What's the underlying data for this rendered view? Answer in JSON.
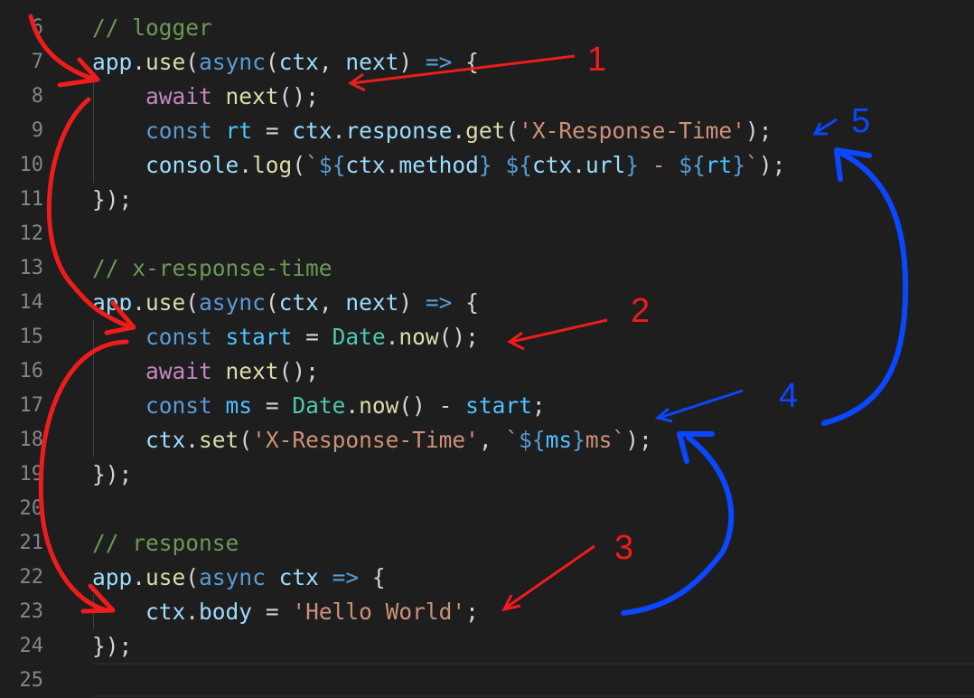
{
  "editor": {
    "lines": [
      {
        "num": "6",
        "tokens": [
          {
            "t": "// logger",
            "c": "cm"
          }
        ]
      },
      {
        "num": "7",
        "tokens": [
          {
            "t": "app",
            "c": "var"
          },
          {
            "t": ".",
            "c": "pun"
          },
          {
            "t": "use",
            "c": "fn"
          },
          {
            "t": "(",
            "c": "pun"
          },
          {
            "t": "async",
            "c": "kw"
          },
          {
            "t": "(",
            "c": "pun"
          },
          {
            "t": "ctx",
            "c": "var"
          },
          {
            "t": ", ",
            "c": "pun"
          },
          {
            "t": "next",
            "c": "var"
          },
          {
            "t": ") ",
            "c": "pun"
          },
          {
            "t": "=>",
            "c": "kw"
          },
          {
            "t": " {",
            "c": "pun"
          }
        ]
      },
      {
        "num": "8",
        "tokens": [
          {
            "t": "    ",
            "c": "pun"
          },
          {
            "t": "await",
            "c": "ctl"
          },
          {
            "t": " ",
            "c": "pun"
          },
          {
            "t": "next",
            "c": "fn"
          },
          {
            "t": "();",
            "c": "pun"
          }
        ]
      },
      {
        "num": "9",
        "tokens": [
          {
            "t": "    ",
            "c": "pun"
          },
          {
            "t": "const",
            "c": "kw"
          },
          {
            "t": " ",
            "c": "pun"
          },
          {
            "t": "rt",
            "c": "const"
          },
          {
            "t": " = ",
            "c": "pun"
          },
          {
            "t": "ctx",
            "c": "var"
          },
          {
            "t": ".",
            "c": "pun"
          },
          {
            "t": "response",
            "c": "var"
          },
          {
            "t": ".",
            "c": "pun"
          },
          {
            "t": "get",
            "c": "fn"
          },
          {
            "t": "(",
            "c": "pun"
          },
          {
            "t": "'X-Response-Time'",
            "c": "str"
          },
          {
            "t": ");",
            "c": "pun"
          }
        ]
      },
      {
        "num": "10",
        "tokens": [
          {
            "t": "    ",
            "c": "pun"
          },
          {
            "t": "console",
            "c": "var"
          },
          {
            "t": ".",
            "c": "pun"
          },
          {
            "t": "log",
            "c": "fn"
          },
          {
            "t": "(",
            "c": "pun"
          },
          {
            "t": "`",
            "c": "str"
          },
          {
            "t": "${",
            "c": "kw"
          },
          {
            "t": "ctx",
            "c": "var"
          },
          {
            "t": ".",
            "c": "pun"
          },
          {
            "t": "method",
            "c": "var"
          },
          {
            "t": "}",
            "c": "kw"
          },
          {
            "t": " ",
            "c": "str"
          },
          {
            "t": "${",
            "c": "kw"
          },
          {
            "t": "ctx",
            "c": "var"
          },
          {
            "t": ".",
            "c": "pun"
          },
          {
            "t": "url",
            "c": "var"
          },
          {
            "t": "}",
            "c": "kw"
          },
          {
            "t": " - ",
            "c": "str"
          },
          {
            "t": "${",
            "c": "kw"
          },
          {
            "t": "rt",
            "c": "const"
          },
          {
            "t": "}",
            "c": "kw"
          },
          {
            "t": "`",
            "c": "str"
          },
          {
            "t": ");",
            "c": "pun"
          }
        ]
      },
      {
        "num": "11",
        "tokens": [
          {
            "t": "});",
            "c": "pun"
          }
        ]
      },
      {
        "num": "12",
        "tokens": []
      },
      {
        "num": "13",
        "tokens": [
          {
            "t": "// x-response-time",
            "c": "cm"
          }
        ]
      },
      {
        "num": "14",
        "tokens": [
          {
            "t": "app",
            "c": "var"
          },
          {
            "t": ".",
            "c": "pun"
          },
          {
            "t": "use",
            "c": "fn"
          },
          {
            "t": "(",
            "c": "pun"
          },
          {
            "t": "async",
            "c": "kw"
          },
          {
            "t": "(",
            "c": "pun"
          },
          {
            "t": "ctx",
            "c": "var"
          },
          {
            "t": ", ",
            "c": "pun"
          },
          {
            "t": "next",
            "c": "var"
          },
          {
            "t": ") ",
            "c": "pun"
          },
          {
            "t": "=>",
            "c": "kw"
          },
          {
            "t": " {",
            "c": "pun"
          }
        ]
      },
      {
        "num": "15",
        "tokens": [
          {
            "t": "    ",
            "c": "pun"
          },
          {
            "t": "const",
            "c": "kw"
          },
          {
            "t": " ",
            "c": "pun"
          },
          {
            "t": "start",
            "c": "const"
          },
          {
            "t": " = ",
            "c": "pun"
          },
          {
            "t": "Date",
            "c": "cls"
          },
          {
            "t": ".",
            "c": "pun"
          },
          {
            "t": "now",
            "c": "fn"
          },
          {
            "t": "();",
            "c": "pun"
          }
        ]
      },
      {
        "num": "16",
        "tokens": [
          {
            "t": "    ",
            "c": "pun"
          },
          {
            "t": "await",
            "c": "ctl"
          },
          {
            "t": " ",
            "c": "pun"
          },
          {
            "t": "next",
            "c": "fn"
          },
          {
            "t": "();",
            "c": "pun"
          }
        ]
      },
      {
        "num": "17",
        "tokens": [
          {
            "t": "    ",
            "c": "pun"
          },
          {
            "t": "const",
            "c": "kw"
          },
          {
            "t": " ",
            "c": "pun"
          },
          {
            "t": "ms",
            "c": "const"
          },
          {
            "t": " = ",
            "c": "pun"
          },
          {
            "t": "Date",
            "c": "cls"
          },
          {
            "t": ".",
            "c": "pun"
          },
          {
            "t": "now",
            "c": "fn"
          },
          {
            "t": "() - ",
            "c": "pun"
          },
          {
            "t": "start",
            "c": "const"
          },
          {
            "t": ";",
            "c": "pun"
          }
        ]
      },
      {
        "num": "18",
        "tokens": [
          {
            "t": "    ",
            "c": "pun"
          },
          {
            "t": "ctx",
            "c": "var"
          },
          {
            "t": ".",
            "c": "pun"
          },
          {
            "t": "set",
            "c": "fn"
          },
          {
            "t": "(",
            "c": "pun"
          },
          {
            "t": "'X-Response-Time'",
            "c": "str"
          },
          {
            "t": ", ",
            "c": "pun"
          },
          {
            "t": "`",
            "c": "str"
          },
          {
            "t": "${",
            "c": "kw"
          },
          {
            "t": "ms",
            "c": "const"
          },
          {
            "t": "}",
            "c": "kw"
          },
          {
            "t": "ms`",
            "c": "str"
          },
          {
            "t": ");",
            "c": "pun"
          }
        ]
      },
      {
        "num": "19",
        "tokens": [
          {
            "t": "});",
            "c": "pun"
          }
        ]
      },
      {
        "num": "20",
        "tokens": []
      },
      {
        "num": "21",
        "tokens": [
          {
            "t": "// response",
            "c": "cm"
          }
        ]
      },
      {
        "num": "22",
        "tokens": [
          {
            "t": "app",
            "c": "var"
          },
          {
            "t": ".",
            "c": "pun"
          },
          {
            "t": "use",
            "c": "fn"
          },
          {
            "t": "(",
            "c": "pun"
          },
          {
            "t": "async",
            "c": "kw"
          },
          {
            "t": " ",
            "c": "pun"
          },
          {
            "t": "ctx",
            "c": "var"
          },
          {
            "t": " ",
            "c": "pun"
          },
          {
            "t": "=>",
            "c": "kw"
          },
          {
            "t": " {",
            "c": "pun"
          }
        ]
      },
      {
        "num": "23",
        "tokens": [
          {
            "t": "    ",
            "c": "pun"
          },
          {
            "t": "ctx",
            "c": "var"
          },
          {
            "t": ".",
            "c": "pun"
          },
          {
            "t": "body",
            "c": "var"
          },
          {
            "t": " = ",
            "c": "pun"
          },
          {
            "t": "'Hello World'",
            "c": "str"
          },
          {
            "t": ";",
            "c": "pun"
          }
        ]
      },
      {
        "num": "24",
        "tokens": [
          {
            "t": "});",
            "c": "pun"
          }
        ]
      },
      {
        "num": "25",
        "tokens": []
      }
    ]
  },
  "annotations": {
    "red_color": "#ee1c1c",
    "blue_color": "#0a47ff",
    "labels": [
      "1",
      "2",
      "3",
      "4",
      "5"
    ]
  }
}
